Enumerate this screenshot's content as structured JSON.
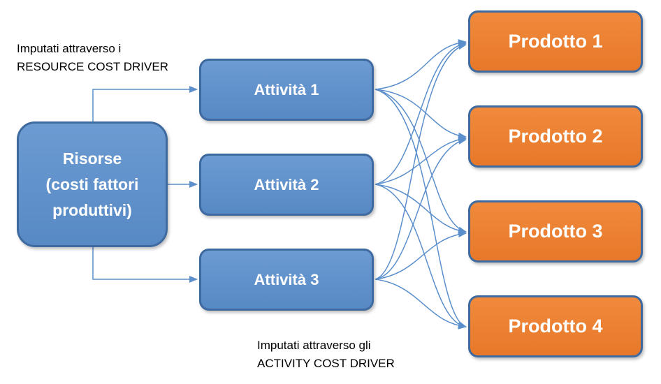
{
  "resources": {
    "line1": "Risorse",
    "line2": "(costi fattori",
    "line3": "produttivi)"
  },
  "activities": [
    {
      "label": "Attività 1"
    },
    {
      "label": "Attività 2"
    },
    {
      "label": "Attività 3"
    }
  ],
  "products": [
    {
      "label": "Prodotto 1"
    },
    {
      "label": "Prodotto 2"
    },
    {
      "label": "Prodotto 3"
    },
    {
      "label": "Prodotto 4"
    }
  ],
  "notes": {
    "resource_line1": "Imputati attraverso i",
    "resource_line2": "RESOURCE COST DRIVER",
    "activity_line1": "Imputati attraverso gli",
    "activity_line2": "ACTIVITY COST DRIVER"
  },
  "colors": {
    "activity_fill": "#5b8fcc",
    "product_fill": "#ec7f30",
    "border": "#3f6aa0",
    "connector": "#5b8fcc"
  }
}
